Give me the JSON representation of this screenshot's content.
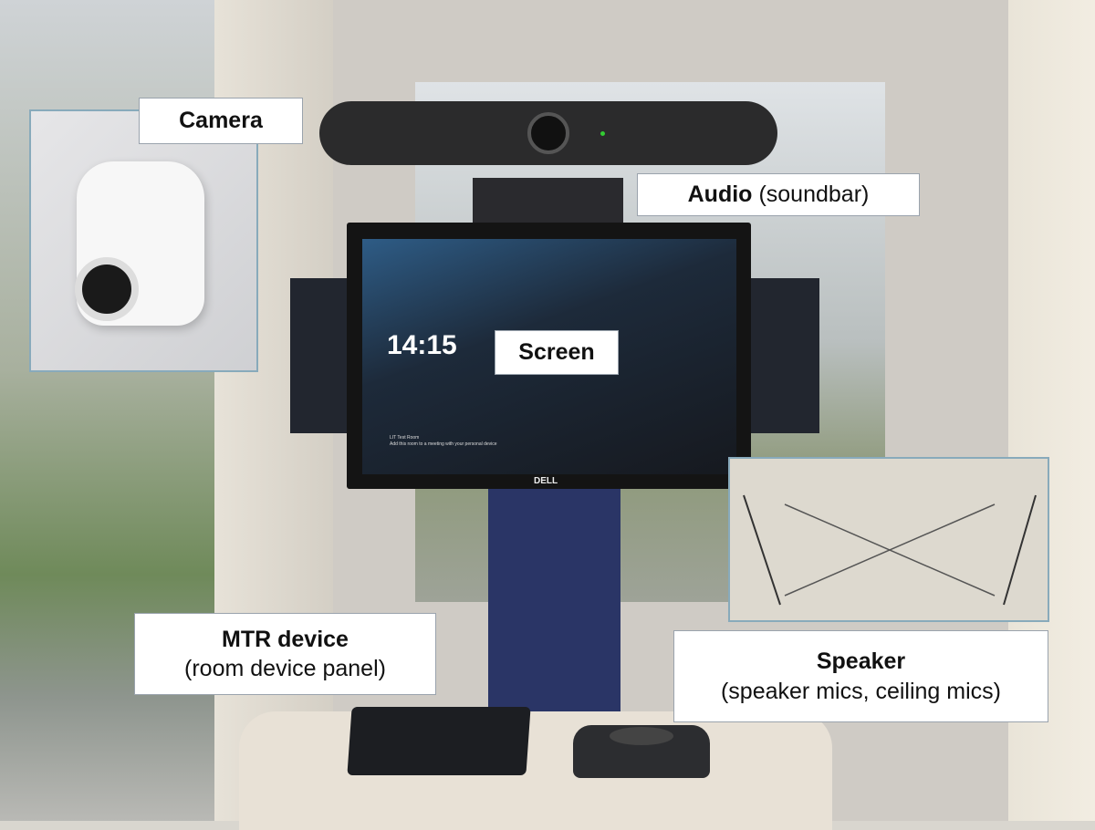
{
  "labels": {
    "camera": {
      "title": "Camera"
    },
    "audio": {
      "title": "Audio",
      "detail": "(soundbar)"
    },
    "screen": {
      "title": "Screen"
    },
    "mtr": {
      "title": "MTR device",
      "detail": "(room device panel)"
    },
    "speaker": {
      "title": "Speaker",
      "detail": "(speaker mics, ceiling mics)"
    }
  },
  "display": {
    "clock": "14:15",
    "room_name": "LIT Test Room",
    "room_hint": "Add this room to a meeting with your personal device",
    "brand": "DELL"
  },
  "colors": {
    "screen_bg": "#1d2a3a",
    "stand": "#2a3566",
    "label_border": "#9aa3ad"
  }
}
